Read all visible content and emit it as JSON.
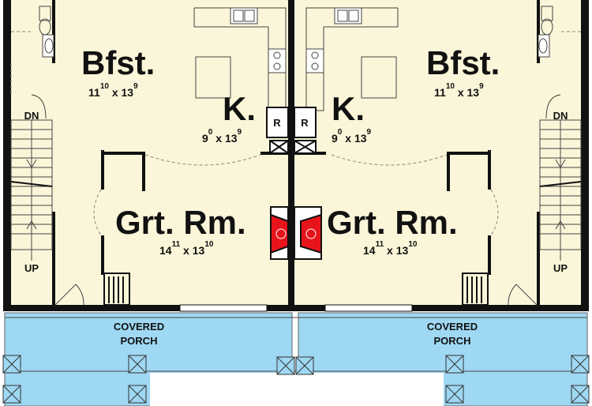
{
  "units": [
    {
      "breakfast": {
        "name": "Bfst.",
        "w_ft": "11",
        "w_in": "10",
        "l_ft": "13",
        "l_in": "9"
      },
      "kitchen": {
        "name": "K.",
        "w_ft": "9",
        "w_in": "0",
        "l_ft": "13",
        "l_in": "9"
      },
      "great_room": {
        "name": "Grt. Rm.",
        "w_ft": "14",
        "w_in": "11",
        "l_ft": "13",
        "l_in": "10"
      },
      "porch": {
        "line1": "COVERED",
        "line2": "PORCH"
      },
      "stair_down": "DN",
      "stair_up": "UP",
      "refrigerator": "R"
    },
    {
      "breakfast": {
        "name": "Bfst.",
        "w_ft": "11",
        "w_in": "10",
        "l_ft": "13",
        "l_in": "9"
      },
      "kitchen": {
        "name": "K.",
        "w_ft": "9",
        "w_in": "0",
        "l_ft": "13",
        "l_in": "9"
      },
      "great_room": {
        "name": "Grt. Rm.",
        "w_ft": "14",
        "w_in": "11",
        "l_ft": "13",
        "l_in": "10"
      },
      "porch": {
        "line1": "COVERED",
        "line2": "PORCH"
      },
      "stair_down": "DN",
      "stair_up": "UP",
      "refrigerator": "R"
    }
  ],
  "colors": {
    "floor": "#fbf6d9",
    "porch": "#9fd8f3",
    "fireplace": "#e8141c",
    "wall": "#111111"
  }
}
